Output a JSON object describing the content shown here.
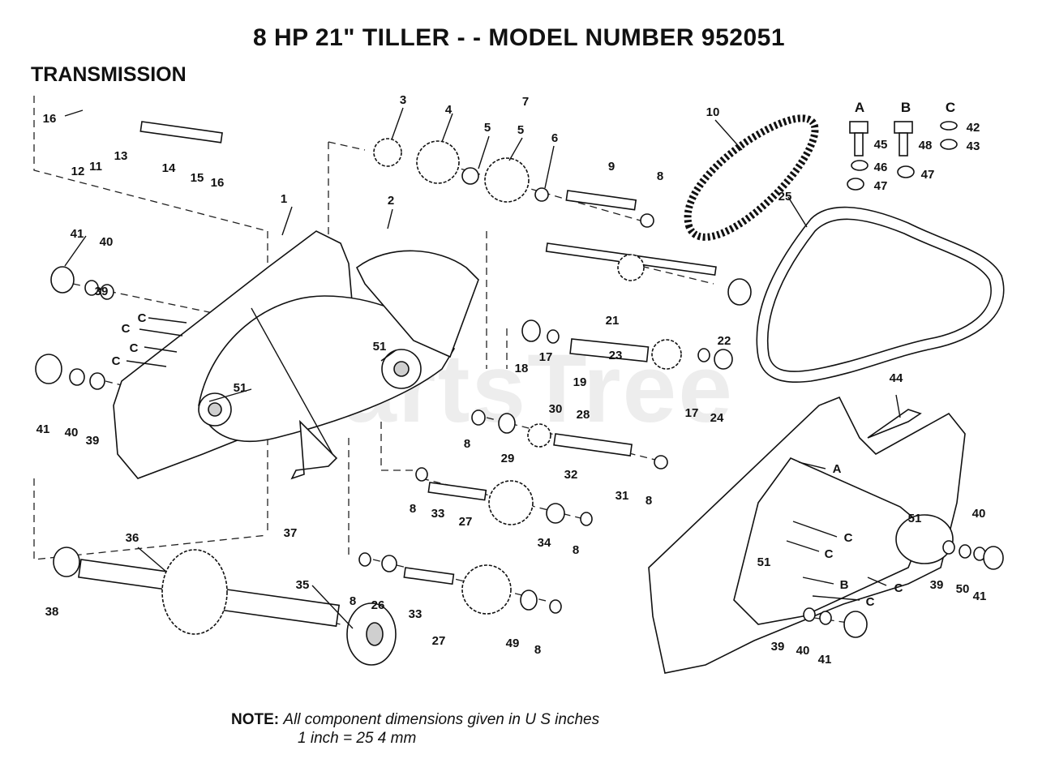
{
  "title": "8 HP 21\" TILLER - - MODEL NUMBER 952051",
  "section": "TRANSMISSION",
  "note": {
    "label": "NOTE:",
    "line1": "All component dimensions given in U S  inches",
    "line2": "1 inch = 25 4 mm"
  },
  "watermark": "PartsTree",
  "hardware_columns": [
    "A",
    "B",
    "C"
  ],
  "arrow_letter": "C",
  "arrow_letters_right": [
    "A",
    "C",
    "C",
    "B",
    "C",
    "C"
  ],
  "part_labels": [
    "1",
    "2",
    "3",
    "4",
    "5",
    "5",
    "6",
    "7",
    "8",
    "8",
    "8",
    "8",
    "8",
    "8",
    "8",
    "9",
    "10",
    "11",
    "12",
    "13",
    "14",
    "15",
    "16",
    "16",
    "17",
    "17",
    "18",
    "19",
    "21",
    "22",
    "23",
    "24",
    "25",
    "26",
    "27",
    "27",
    "28",
    "29",
    "30",
    "31",
    "32",
    "33",
    "33",
    "34",
    "35",
    "36",
    "37",
    "38",
    "39",
    "39",
    "39",
    "39",
    "40",
    "40",
    "40",
    "40",
    "41",
    "41",
    "41",
    "41",
    "42",
    "43",
    "44",
    "45",
    "46",
    "47",
    "47",
    "48",
    "49",
    "50",
    "51",
    "51",
    "51",
    "51"
  ]
}
